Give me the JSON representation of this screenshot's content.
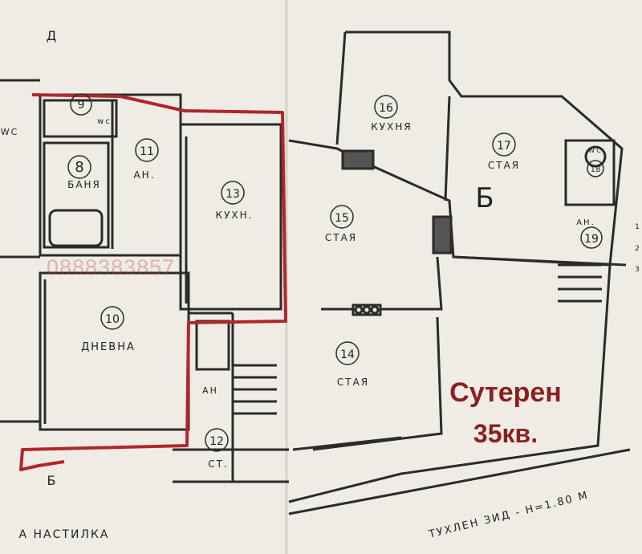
{
  "overlay": {
    "title": "Сутерен",
    "area": "35кв.",
    "watermark": "0888383857",
    "accent_color": "#8b1f1f",
    "outline_color": "#b2262a"
  },
  "rooms": [
    {
      "num": "9",
      "label": "wc"
    },
    {
      "num": "8",
      "label": "БАНЯ"
    },
    {
      "num": "11",
      "label": "АН."
    },
    {
      "num": "13",
      "label": "КУХН."
    },
    {
      "num": "10",
      "label": "ДНЕВНА"
    },
    {
      "num": "12",
      "label": "СТ."
    },
    {
      "num": "15",
      "label": "СТАЯ"
    },
    {
      "num": "16",
      "label": "КУХНЯ"
    },
    {
      "num": "17",
      "label": "СТАЯ"
    },
    {
      "num": "14",
      "label": "СТАЯ"
    },
    {
      "num": "18",
      "label": "WC"
    },
    {
      "num": "19",
      "label": "АН."
    }
  ],
  "misc": {
    "corridor_an": "АН",
    "wc_left": "WC",
    "unit_mark": "Б",
    "axis_top": "Д",
    "axis_bottom": "Б",
    "bottom_left": "А НАСТИЛКА",
    "bottom_right": "ТУХЛЕН ЗИД - Н=1.80 М",
    "side_marks": [
      "1",
      "2",
      "3"
    ]
  }
}
